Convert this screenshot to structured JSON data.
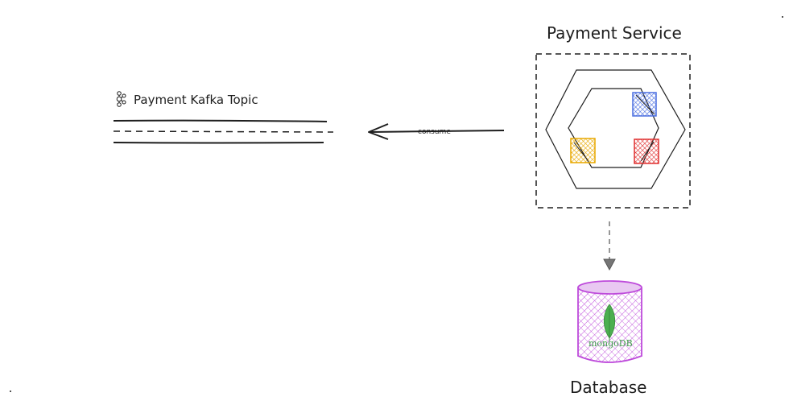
{
  "kafka_topic": {
    "label": "Payment Kafka Topic",
    "icon": "kafka-icon"
  },
  "arrow": {
    "label": "consume"
  },
  "service": {
    "title": "Payment Service",
    "icon": "hexagonal-architecture-icon",
    "adapter_colors": [
      "#4a6ee0",
      "#e03131",
      "#f0b429"
    ]
  },
  "database": {
    "title": "Database",
    "logo_text": "mongoDB",
    "color": "#be4bdb",
    "logo_color": "#4caf50"
  }
}
